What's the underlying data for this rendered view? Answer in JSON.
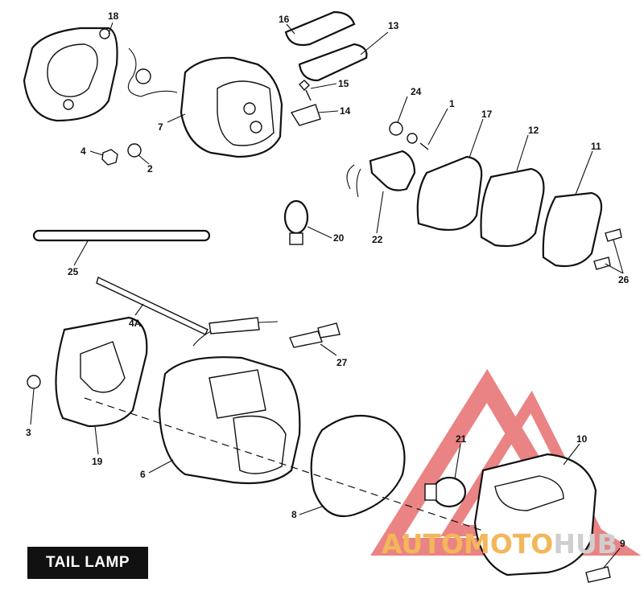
{
  "title": "TAIL LAMP",
  "watermark": {
    "text_main": "AUTOMOTO",
    "text_tail": "HUB",
    "colors": {
      "logo": "#e45a5a",
      "text": "#f4b65a",
      "tail": "#d0d0d0"
    }
  },
  "callouts": [
    "18",
    "16",
    "13",
    "15",
    "14",
    "7",
    "24",
    "1",
    "17",
    "12",
    "11",
    "4",
    "2",
    "20",
    "22",
    "26",
    "25",
    "4A",
    "27",
    "3",
    "19",
    "6",
    "21",
    "10",
    "8",
    "9"
  ]
}
